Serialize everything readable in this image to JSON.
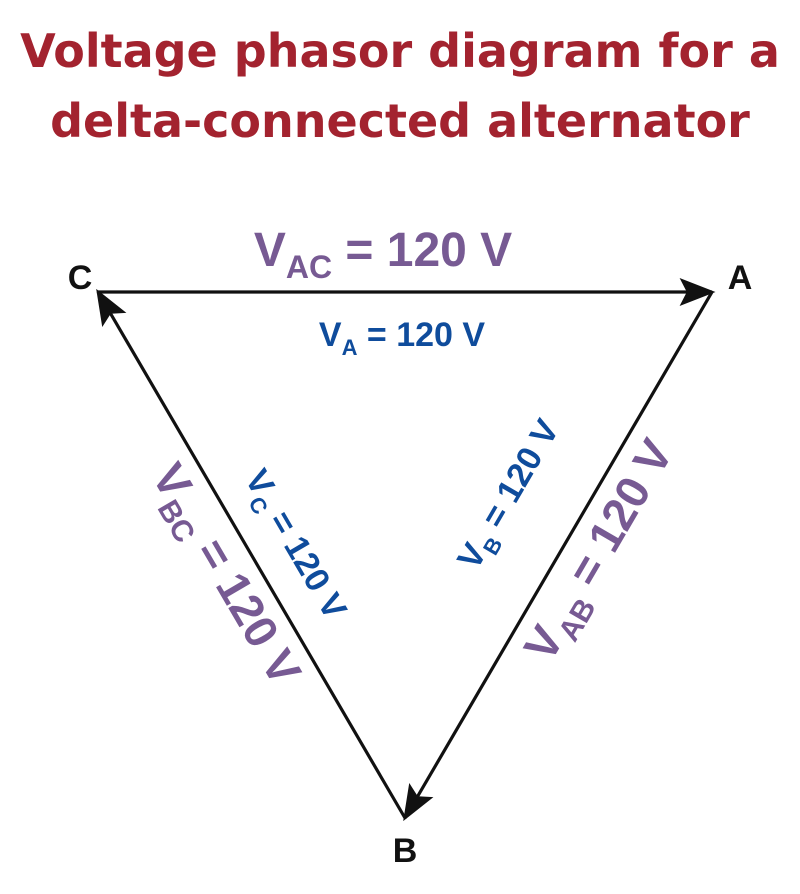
{
  "title": {
    "line1": "Voltage phasor diagram for a",
    "line2": "delta-connected alternator"
  },
  "vertices": {
    "a": "A",
    "b": "B",
    "c": "C"
  },
  "line_voltages": {
    "ac": {
      "symbol": "V",
      "subscript": "AC",
      "value": " = 120 V"
    },
    "ab": {
      "symbol": "V",
      "subscript": "AB",
      "value": " = 120 V"
    },
    "bc": {
      "symbol": "V",
      "subscript": "BC",
      "value": " = 120 V"
    }
  },
  "phase_voltages": {
    "a": {
      "symbol": "V",
      "subscript": "A",
      "value": " = 120 V"
    },
    "b": {
      "symbol": "V",
      "subscript": "B",
      "value": " = 120 V"
    },
    "c": {
      "symbol": "V",
      "subscript": "C",
      "value": " = 120 V"
    }
  },
  "colors": {
    "title": "#a3232f",
    "line_voltage": "#775a93",
    "phase_voltage": "#0f4c9c",
    "edges": "#111111"
  }
}
